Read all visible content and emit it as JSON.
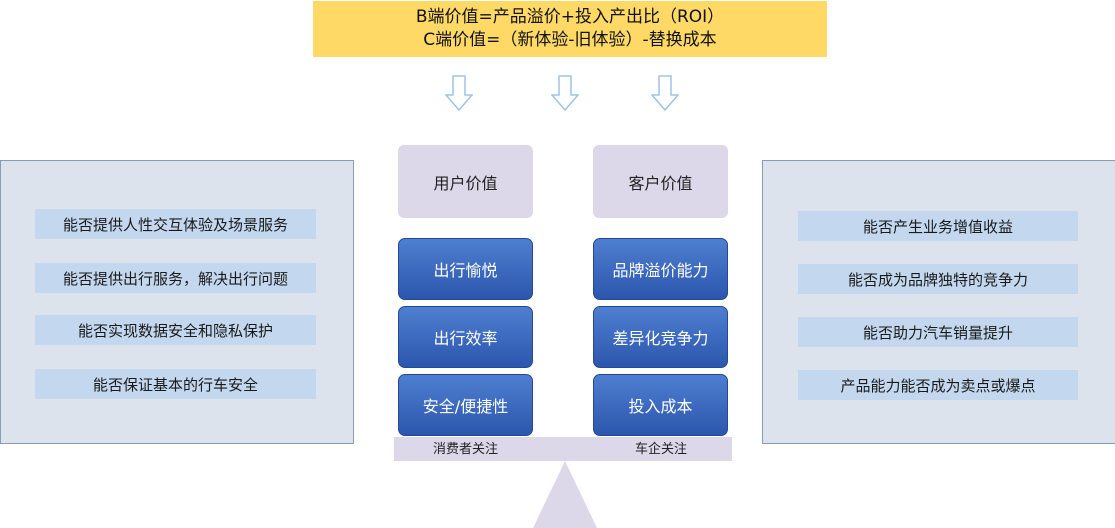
{
  "formula": {
    "line1": "B端价值=产品溢价+投入产出比（ROI）",
    "line2": "C端价值=（新体验-旧体验）-替换成本"
  },
  "left_panel": {
    "items": [
      "能否提供人性交互体验及场景服务",
      "能否提供出行服务，解决出行问题",
      "能否实现数据安全和隐私保护",
      "能否保证基本的行车安全"
    ]
  },
  "right_panel": {
    "items": [
      "能否产生业务增值收益",
      "能否成为品牌独特的竞争力",
      "能否助力汽车销量提升",
      "产品能力能否成为卖点或爆点"
    ]
  },
  "user_column": {
    "header": "用户价值",
    "items": [
      "出行愉悦",
      "出行效率",
      "安全/便捷性"
    ]
  },
  "customer_column": {
    "header": "客户价值",
    "items": [
      "品牌溢价能力",
      "差异化竞争力",
      "投入成本"
    ]
  },
  "scale": {
    "left_label": "消费者关注",
    "right_label": "车企关注"
  },
  "colors": {
    "formula_bg": "#ffd966",
    "panel_bg": "#dde3ec",
    "item_bg": "#c3d8ef",
    "header_bg": "#dcd8ea",
    "blue_box": "#3a66bf",
    "arrow": "#9dc3e6"
  }
}
